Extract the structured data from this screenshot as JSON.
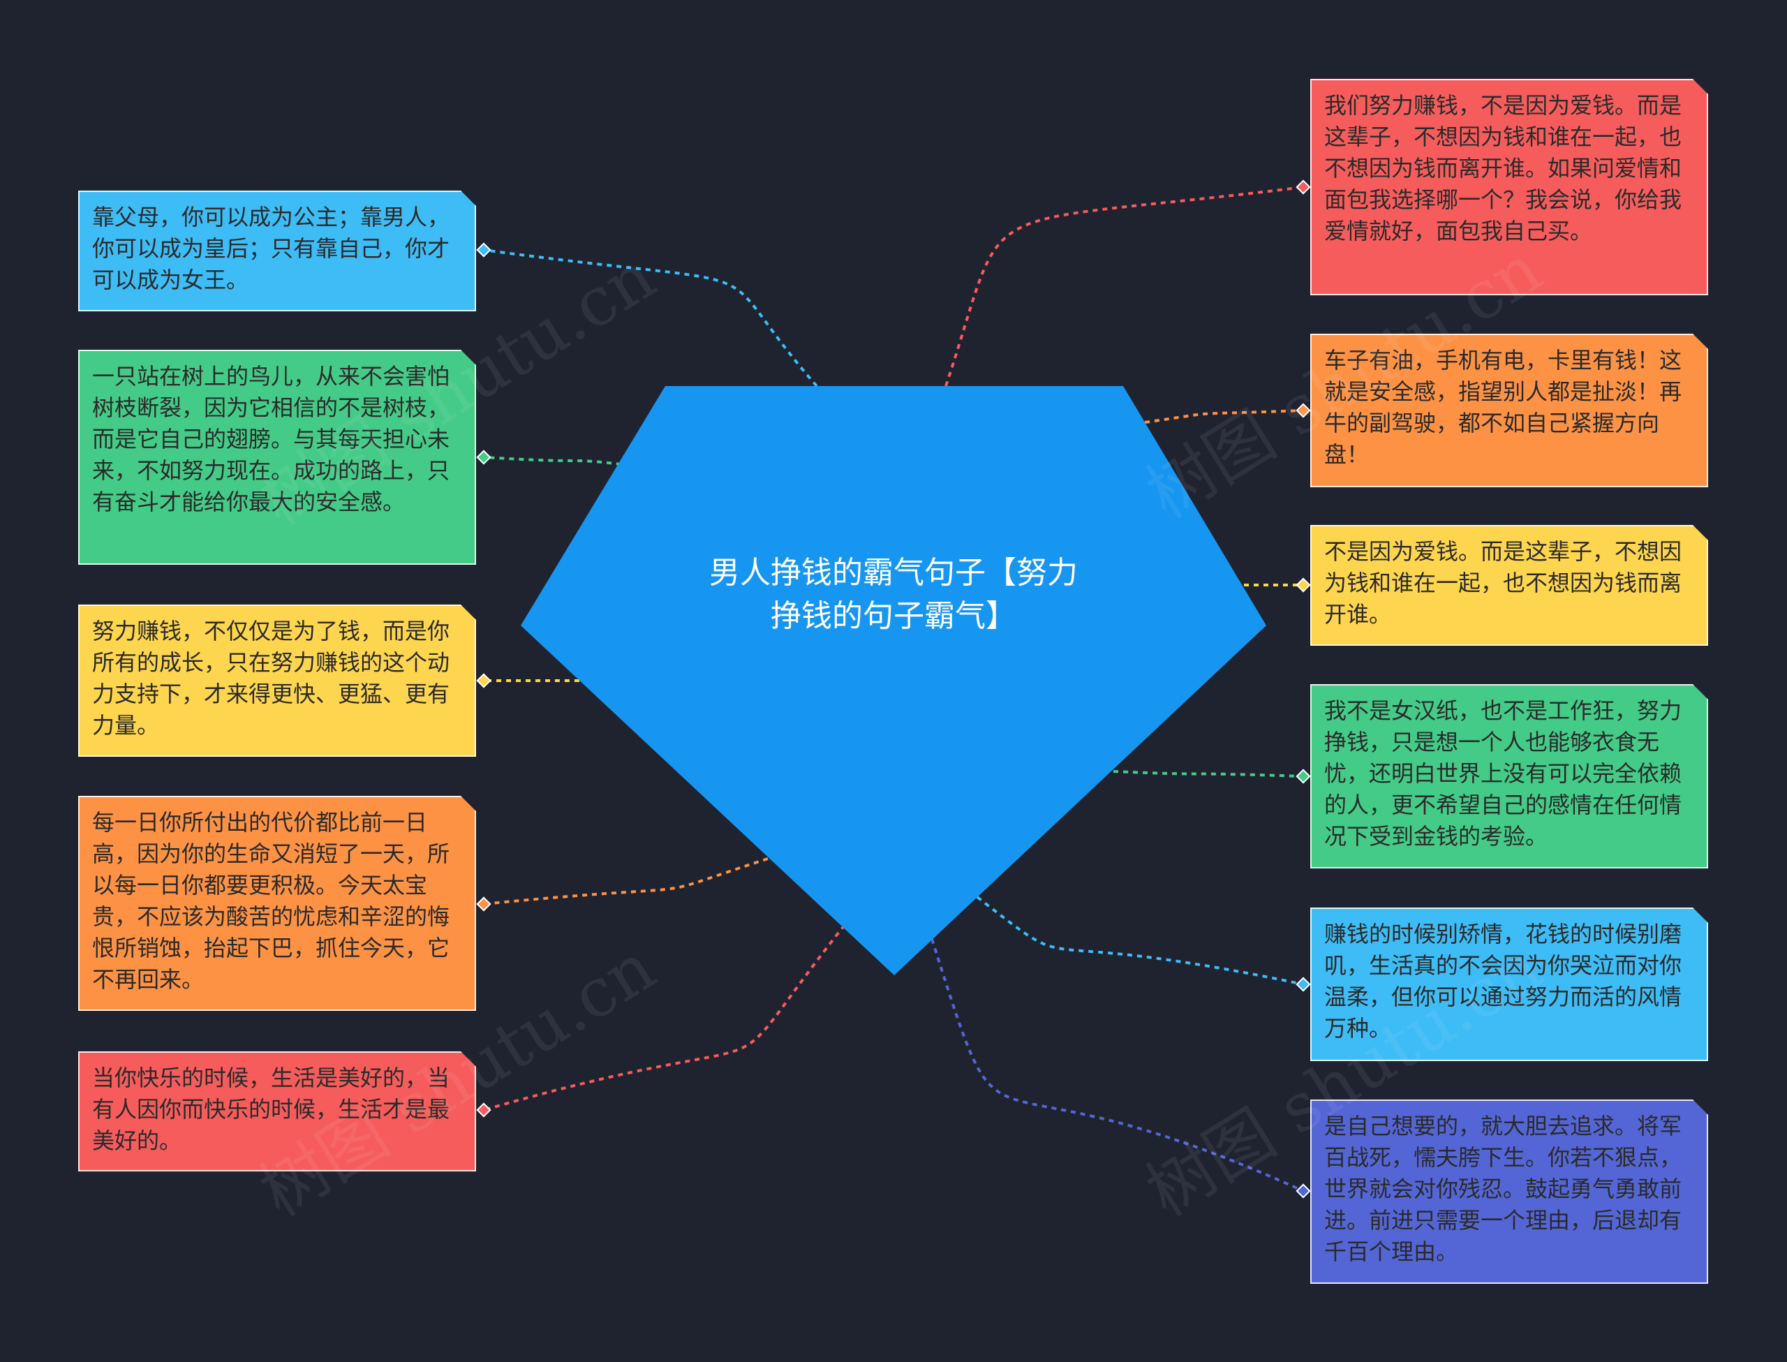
{
  "center": {
    "title": "男人挣钱的霸气句子【努力挣钱的句子霸气】",
    "color": "#1696f0"
  },
  "left_nodes": [
    {
      "text": "靠父母，你可以成为公主；靠男人，你可以成为皇后；只有靠自己，你才可以成为女王。",
      "color": "#3ebcf6"
    },
    {
      "text": "一只站在树上的鸟儿，从来不会害怕树枝断裂，因为它相信的不是树枝，而是它自己的翅膀。与其每天担心未来，不如努力现在。成功的路上，只有奋斗才能给你最大的安全感。",
      "color": "#44cb87"
    },
    {
      "text": "努力赚钱，不仅仅是为了钱，而是你所有的成长，只在努力赚钱的这个动力支持下，才来得更快、更猛、更有力量。",
      "color": "#fdd54e"
    },
    {
      "text": "每一日你所付出的代价都比前一日高，因为你的生命又消短了一天，所以每一日你都要更积极。今天太宝贵，不应该为酸苦的忧虑和辛涩的悔恨所销蚀，抬起下巴，抓住今天，它不再回来。",
      "color": "#fd9245"
    },
    {
      "text": "当你快乐的时候，生活是美好的，当有人因你而快乐的时候，生活才是最美好的。",
      "color": "#f65c5c"
    }
  ],
  "right_nodes": [
    {
      "text": "我们努力赚钱，不是因为爱钱。而是这辈子，不想因为钱和谁在一起，也不想因为钱而离开谁。如果问爱情和面包我选择哪一个？我会说，你给我爱情就好，面包我自己买。",
      "color": "#f65c5c"
    },
    {
      "text": "车子有油，手机有电，卡里有钱！这就是安全感，指望别人都是扯淡！再牛的副驾驶，都不如自己紧握方向盘！",
      "color": "#fd9245"
    },
    {
      "text": "不是因为爱钱。而是这辈子，不想因为钱和谁在一起，也不想因为钱而离开谁。",
      "color": "#fdd54e"
    },
    {
      "text": "我不是女汉纸，也不是工作狂，努力挣钱，只是想一个人也能够衣食无忧，还明白世界上没有可以完全依赖的人，更不希望自己的感情在任何情况下受到金钱的考验。",
      "color": "#44cb87"
    },
    {
      "text": "赚钱的时候别矫情，花钱的时候别磨叽，生活真的不会因为你哭泣而对你温柔，但你可以通过努力而活的风情万种。",
      "color": "#3ebcf6"
    },
    {
      "text": "是自己想要的，就大胆去追求。将军百战死，懦夫胯下生。你若不狠点，世界就会对你残忍。鼓起勇气勇敢前进。前进只需要一个理由，后退却有千百个理由。",
      "color": "#5466d6"
    }
  ],
  "watermark": "树图 shutu.cn"
}
